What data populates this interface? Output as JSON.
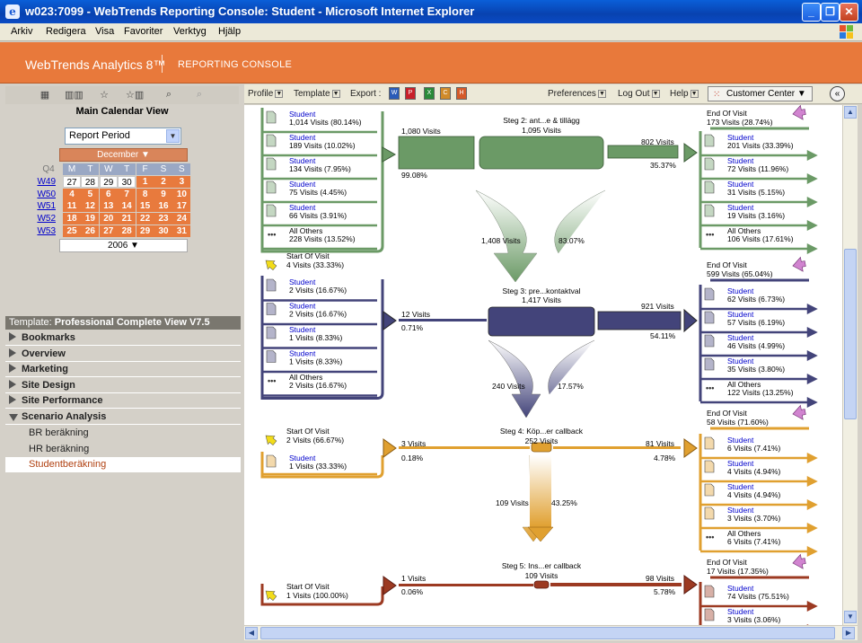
{
  "window": {
    "title": "w023:7099 - WebTrends Reporting Console: Student - Microsoft Internet Explorer"
  },
  "menu": [
    "Arkiv",
    "Redigera",
    "Visa",
    "Favoriter",
    "Verktyg",
    "Hjälp"
  ],
  "brand": {
    "product": "WebTrends Analytics 8™",
    "section": "REPORTING CONSOLE"
  },
  "calendar": {
    "title": "Main Calendar View",
    "period": "Report Period",
    "month": "December ▼",
    "year": "2006 ▼",
    "quarter": "Q4",
    "day_headers": [
      "M",
      "T",
      "W",
      "T",
      "F",
      "S",
      "S"
    ],
    "weeks": [
      {
        "label": "W49",
        "days": [
          "27",
          "28",
          "29",
          "30",
          "1",
          "2",
          "3"
        ]
      },
      {
        "label": "W50",
        "days": [
          "4",
          "5",
          "6",
          "7",
          "8",
          "9",
          "10"
        ]
      },
      {
        "label": "W51",
        "days": [
          "11",
          "12",
          "13",
          "14",
          "15",
          "16",
          "17"
        ]
      },
      {
        "label": "W52",
        "days": [
          "18",
          "19",
          "20",
          "21",
          "22",
          "23",
          "24"
        ]
      },
      {
        "label": "W53",
        "days": [
          "25",
          "26",
          "27",
          "28",
          "29",
          "30",
          "31"
        ]
      }
    ]
  },
  "template": {
    "prefix": "Template:",
    "name": "Professional Complete View V7.5"
  },
  "sections": [
    "Bookmarks",
    "Overview",
    "Marketing",
    "Site Design",
    "Site Performance",
    "Scenario Analysis"
  ],
  "scenario_items": [
    "BR beräkning",
    "HR beräkning",
    "Studentberäkning"
  ],
  "toolbar": {
    "profile": "Profile",
    "template": "Template",
    "export": "Export :",
    "preferences": "Preferences",
    "logout": "Log Out",
    "help": "Help",
    "customer_center": "Customer Center"
  },
  "funnel": {
    "step2": {
      "name": "Steg 2: ant...e & tillägg",
      "visits": "1,095 Visits",
      "in_visits": "1,080 Visits",
      "in_pct": "99.08%",
      "out_visits": "802 Visits",
      "out_pct": "35.37%",
      "down_visits": "1,408 Visits",
      "down_pct": "83.07%",
      "left": [
        {
          "label": "Student",
          "value": "1,014 Visits (80.14%)"
        },
        {
          "label": "Student",
          "value": "189 Visits (10.02%)"
        },
        {
          "label": "Student",
          "value": "134 Visits (7.95%)"
        },
        {
          "label": "Student",
          "value": "75 Visits (4.45%)"
        },
        {
          "label": "Student",
          "value": "66 Visits (3.91%)"
        },
        {
          "label": "All Others",
          "value": "228 Visits (13.52%)"
        }
      ],
      "end": {
        "title": "End Of Visit",
        "value": "173 Visits (28.74%)"
      },
      "right": [
        {
          "label": "Student",
          "value": "201 Visits (33.39%)"
        },
        {
          "label": "Student",
          "value": "72 Visits (11.96%)"
        },
        {
          "label": "Student",
          "value": "31 Visits (5.15%)"
        },
        {
          "label": "Student",
          "value": "19 Visits (3.16%)"
        },
        {
          "label": "All Others",
          "value": "106 Visits (17.61%)"
        }
      ]
    },
    "step3": {
      "name": "Steg 3: pre...kontaktval",
      "visits": "1,417 Visits",
      "start": {
        "title": "Start Of Visit",
        "value": "4 Visits (33.33%)"
      },
      "in_visits": "12 Visits",
      "in_pct": "0.71%",
      "out_visits": "921 Visits",
      "out_pct": "54.11%",
      "down_visits": "240 Visits",
      "down_pct": "17.57%",
      "left": [
        {
          "label": "Student",
          "value": "2 Visits (16.67%)"
        },
        {
          "label": "Student",
          "value": "2 Visits (16.67%)"
        },
        {
          "label": "Student",
          "value": "1 Visits (8.33%)"
        },
        {
          "label": "Student",
          "value": "1 Visits (8.33%)"
        },
        {
          "label": "All Others",
          "value": "2 Visits (16.67%)"
        }
      ],
      "end": {
        "title": "End Of Visit",
        "value": "599 Visits (65.04%)"
      },
      "right": [
        {
          "label": "Student",
          "value": "62 Visits (6.73%)"
        },
        {
          "label": "Student",
          "value": "57 Visits (6.19%)"
        },
        {
          "label": "Student",
          "value": "46 Visits (4.99%)"
        },
        {
          "label": "Student",
          "value": "35 Visits (3.80%)"
        },
        {
          "label": "All Others",
          "value": "122 Visits (13.25%)"
        }
      ]
    },
    "step4": {
      "name": "Steg 4: Köp...er callback",
      "visits": "252 Visits",
      "start": {
        "title": "Start Of Visit",
        "value": "2 Visits (66.67%)"
      },
      "in_visits": "3 Visits",
      "in_pct": "0.18%",
      "out_visits": "81 Visits",
      "out_pct": "4.78%",
      "down_visits": "109 Visits",
      "down_pct": "43.25%",
      "left": [
        {
          "label": "Student",
          "value": "1 Visits (33.33%)"
        }
      ],
      "end": {
        "title": "End Of Visit",
        "value": "58 Visits (71.60%)"
      },
      "right": [
        {
          "label": "Student",
          "value": "6 Visits (7.41%)"
        },
        {
          "label": "Student",
          "value": "4 Visits (4.94%)"
        },
        {
          "label": "Student",
          "value": "4 Visits (4.94%)"
        },
        {
          "label": "Student",
          "value": "3 Visits (3.70%)"
        },
        {
          "label": "All Others",
          "value": "6 Visits (7.41%)"
        }
      ]
    },
    "step5": {
      "name": "Steg 5: Ins...er callback",
      "visits": "109 Visits",
      "start": {
        "title": "Start Of Visit",
        "value": "1 Visits (100.00%)"
      },
      "in_visits": "1 Visits",
      "in_pct": "0.06%",
      "out_visits": "98 Visits",
      "out_pct": "5.78%",
      "end": {
        "title": "End Of Visit",
        "value": "17 Visits (17.35%)"
      },
      "right": [
        {
          "label": "Student",
          "value": "74 Visits (75.51%)"
        },
        {
          "label": "Student",
          "value": "3 Visits (3.06%)"
        }
      ]
    }
  },
  "colors": {
    "orange": "#e8793b",
    "green": "#6b9a66",
    "navy": "#43447a",
    "gold": "#e0a030",
    "rust": "#9c3a22"
  }
}
